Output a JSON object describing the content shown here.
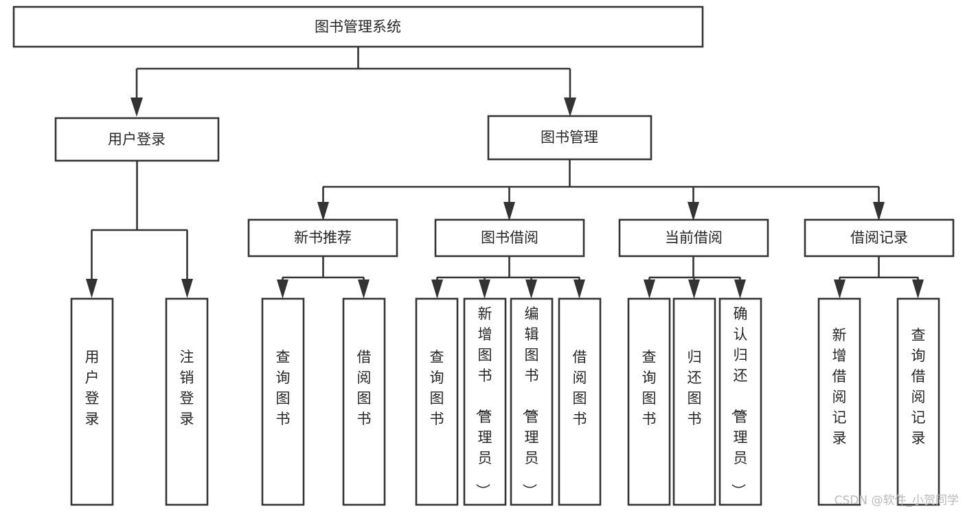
{
  "diagram": {
    "type": "tree-hierarchy-diagram",
    "title": "图书管理系统",
    "background_color": "#ffffff",
    "line_color": "#333333",
    "text_color": "#262626",
    "box_fill": "#ffffff",
    "nodes": {
      "root": {
        "label": "图书管理系统",
        "orientation": "horizontal"
      },
      "level1": [
        {
          "label": "用户登录",
          "orientation": "horizontal"
        },
        {
          "label": "图书管理",
          "orientation": "horizontal"
        }
      ],
      "level2": [
        {
          "label": "新书推荐",
          "orientation": "horizontal"
        },
        {
          "label": "图书借阅",
          "orientation": "horizontal"
        },
        {
          "label": "当前借阅",
          "orientation": "horizontal"
        },
        {
          "label": "借阅记录",
          "orientation": "horizontal"
        }
      ],
      "leaves_user_login": [
        {
          "label": "用户登录",
          "orientation": "vertical"
        },
        {
          "label": "注销登录",
          "orientation": "vertical"
        }
      ],
      "leaves_new_book": [
        {
          "label": "查询图书",
          "orientation": "vertical"
        },
        {
          "label": "借阅图书",
          "orientation": "vertical"
        }
      ],
      "leaves_borrow": [
        {
          "label": "查询图书",
          "orientation": "vertical"
        },
        {
          "label": "新增图书（管理员）",
          "orientation": "vertical"
        },
        {
          "label": "编辑图书（管理员）",
          "orientation": "vertical"
        },
        {
          "label": "借阅图书",
          "orientation": "vertical"
        }
      ],
      "leaves_current": [
        {
          "label": "查询图书",
          "orientation": "vertical"
        },
        {
          "label": "归还图书",
          "orientation": "vertical"
        },
        {
          "label": "确认归还（管理员）",
          "orientation": "vertical"
        }
      ],
      "leaves_record": [
        {
          "label": "新增借阅记录",
          "orientation": "vertical"
        },
        {
          "label": "查询借阅记录",
          "orientation": "vertical"
        }
      ]
    }
  },
  "watermark": {
    "text": "CSDN @软件_小贺同学",
    "color": "#b9b9b9"
  }
}
